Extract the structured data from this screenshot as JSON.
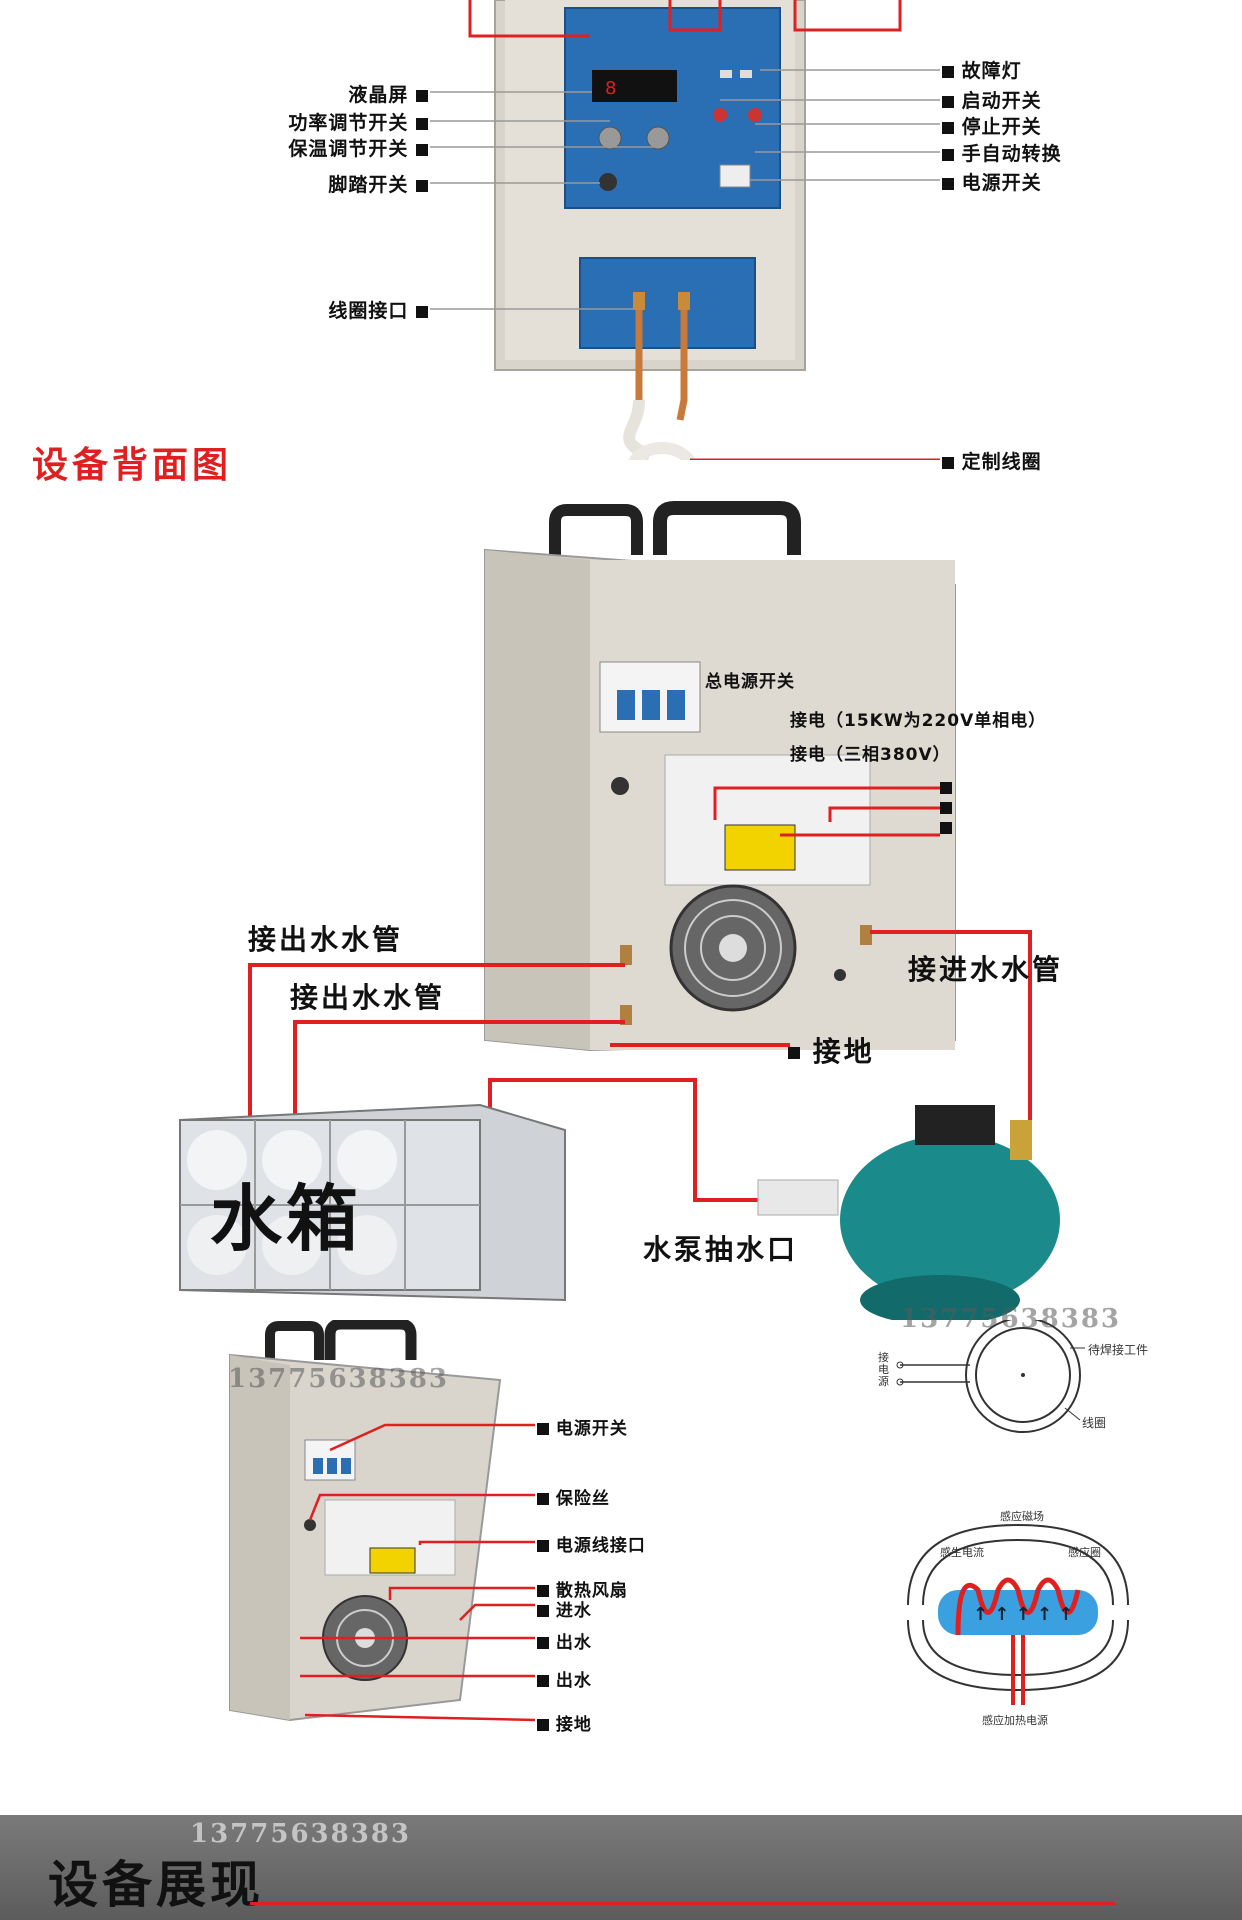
{
  "front_panel": {
    "left_labels": [
      "液晶屏",
      "功率调节开关",
      "保温调节开关",
      "脚踏开关",
      "线圈接口"
    ],
    "right_labels": [
      "故障灯",
      "启动开关",
      "停止开关",
      "手自动转换",
      "电源开关"
    ],
    "coil_label": "定制线圈"
  },
  "back_section": {
    "title": "设备背面图",
    "main_switch": "总电源开关",
    "power_note_1": "接电（15KW为220V单相电）",
    "power_note_2": "接电（三相380V）",
    "outlet_pipe_1": "接出水水管",
    "outlet_pipe_2": "接出水水管",
    "inlet_pipe": "接进水水管",
    "ground": "接地",
    "tank_label": "水箱",
    "pump_inlet": "水泵抽水口"
  },
  "side_labels": [
    "电源开关",
    "保险丝",
    "电源线接口",
    "散热风扇",
    "进水",
    "出水",
    "出水",
    "接地"
  ],
  "coil_diagram": {
    "left_label": "接电源",
    "workpiece_label": "待焊接工件",
    "coil_label": "线圈"
  },
  "induction_diagram": {
    "field_label": "感应磁场",
    "current_label": "感生电流",
    "coil_label": "感应圈",
    "source_label": "感应加热电源"
  },
  "watermark": "13775638383",
  "footer": {
    "title": "设备展现"
  },
  "colors": {
    "accent": "#e02020",
    "panel_blue": "#2a6fb3",
    "machine_gray": "#d9d5cc"
  }
}
